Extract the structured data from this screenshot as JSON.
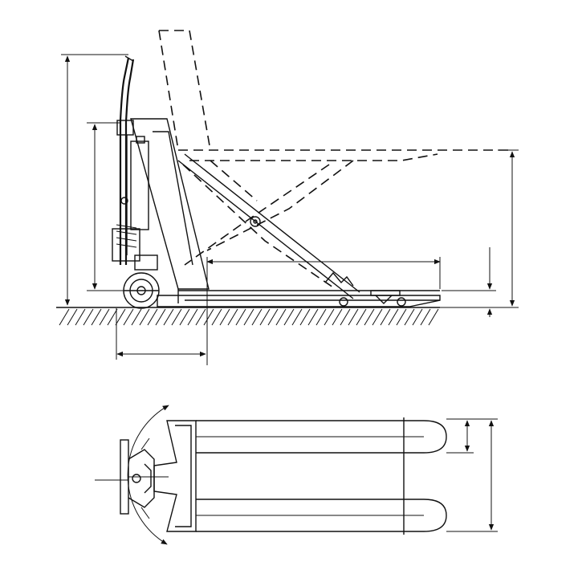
{
  "drawing": {
    "subject": "scissor-lift-pallet-truck",
    "views": [
      "side-elevation",
      "top-plan"
    ],
    "line_color": "#111111",
    "background": "#ffffff",
    "text": []
  }
}
